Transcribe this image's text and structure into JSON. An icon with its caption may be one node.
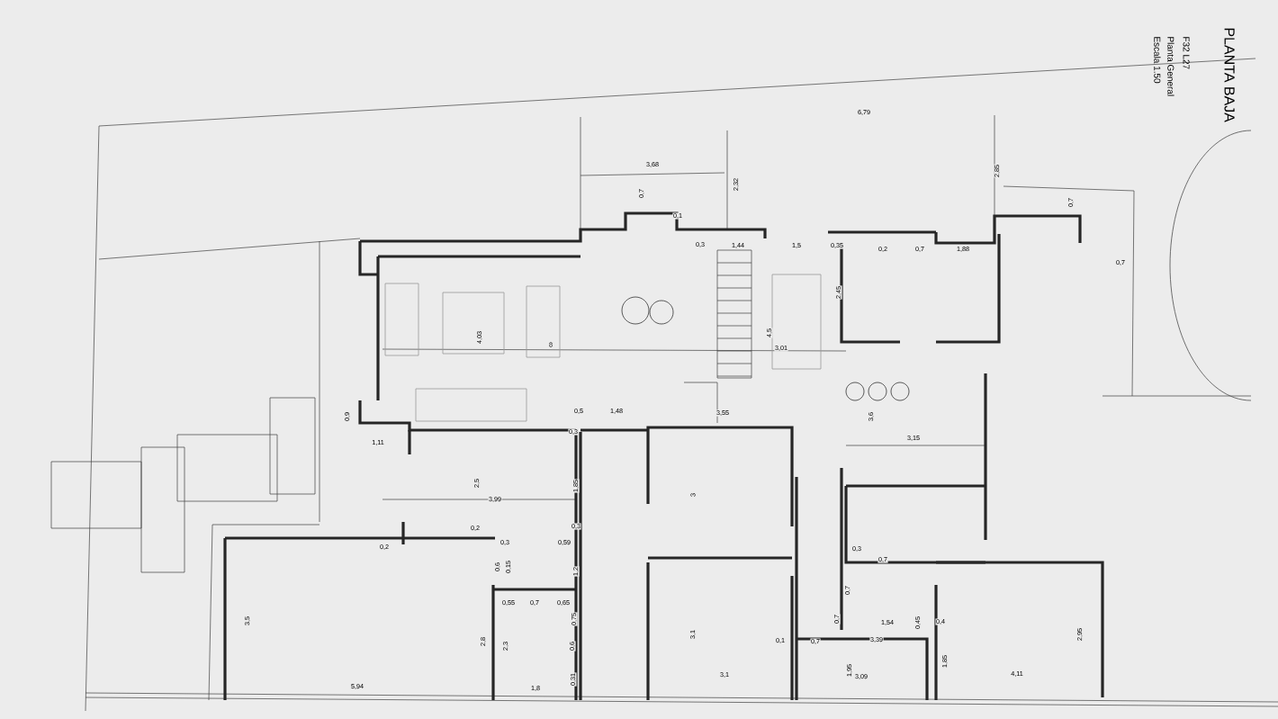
{
  "diagram": {
    "title": "PLANTA BAJA",
    "labels": [
      "Escala 1.50",
      "Planta General",
      "F32 L27",
      "6,79",
      "3,68",
      "2,32",
      "2,85",
      "0,7",
      "0,7",
      "0,1",
      "0,3",
      "1,44",
      "1,5",
      "0,35",
      "0,2",
      "0,7",
      "1,88",
      "0,7",
      "2,45",
      "4,03",
      "8",
      "4,5",
      "3,01",
      "0,9",
      "0,5",
      "1,48",
      "3,55",
      "3,6",
      "1,11",
      "0,3",
      "3,15",
      "2,5",
      "1,85",
      "3,99",
      "3",
      "0,2",
      "0,3",
      "0,2",
      "0,3",
      "0,59",
      "0,6",
      "0,15",
      "1,2",
      "0,3",
      "0,7",
      "0,7",
      "0,55",
      "0,7",
      "0,65",
      "3,5",
      "0,75",
      "0,7",
      "1,54",
      "0,45",
      "0,4",
      "2,8",
      "2,3",
      "0,6",
      "3,1",
      "0,1",
      "0,7",
      "3,39",
      "2,95",
      "5,94",
      "1,8",
      "0,31",
      "3,1",
      "1,95",
      "3,09",
      "1,85",
      "4,11"
    ]
  }
}
